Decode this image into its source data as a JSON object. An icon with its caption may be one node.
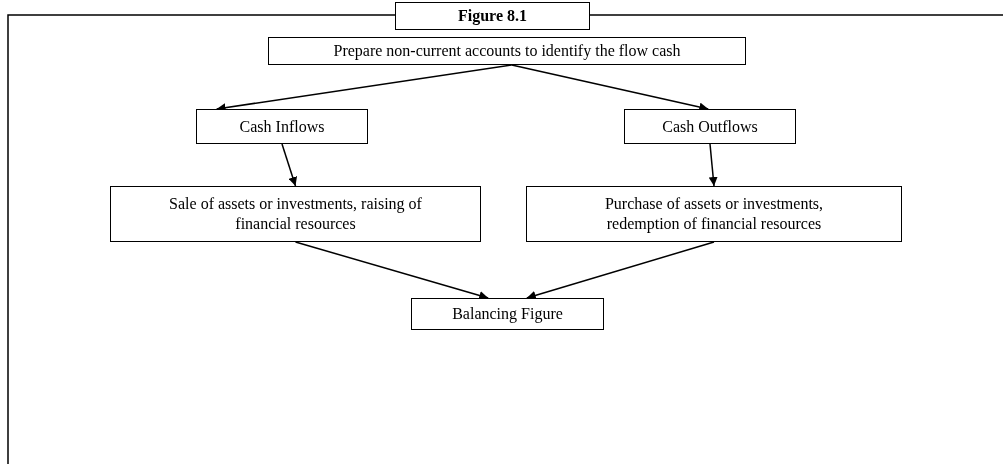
{
  "diagram": {
    "title": "Figure 8.1",
    "nodes": [
      {
        "text": [
          "Prepare non-current accounts to identify the flow cash"
        ]
      },
      {
        "text": [
          "Cash Inflows"
        ]
      },
      {
        "text": [
          "Cash Outflows"
        ]
      },
      {
        "text": [
          "Sale of assets or investments, raising of financial resources"
        ]
      },
      {
        "text": [
          "Purchase of assets or investments, redemption of financial resources"
        ]
      },
      {
        "text": [
          "Balancing Figure"
        ]
      }
    ],
    "edges": [
      {
        "from": 0,
        "to": 1,
        "arrow": "to"
      },
      {
        "from": 0,
        "to": 2,
        "arrow": "to"
      },
      {
        "from": 1,
        "to": 3,
        "arrow": "to"
      },
      {
        "from": 2,
        "to": 4,
        "arrow": "to"
      },
      {
        "from": 3,
        "to": 5,
        "arrow": "to"
      },
      {
        "from": 4,
        "to": 5,
        "arrow": "to"
      }
    ]
  }
}
